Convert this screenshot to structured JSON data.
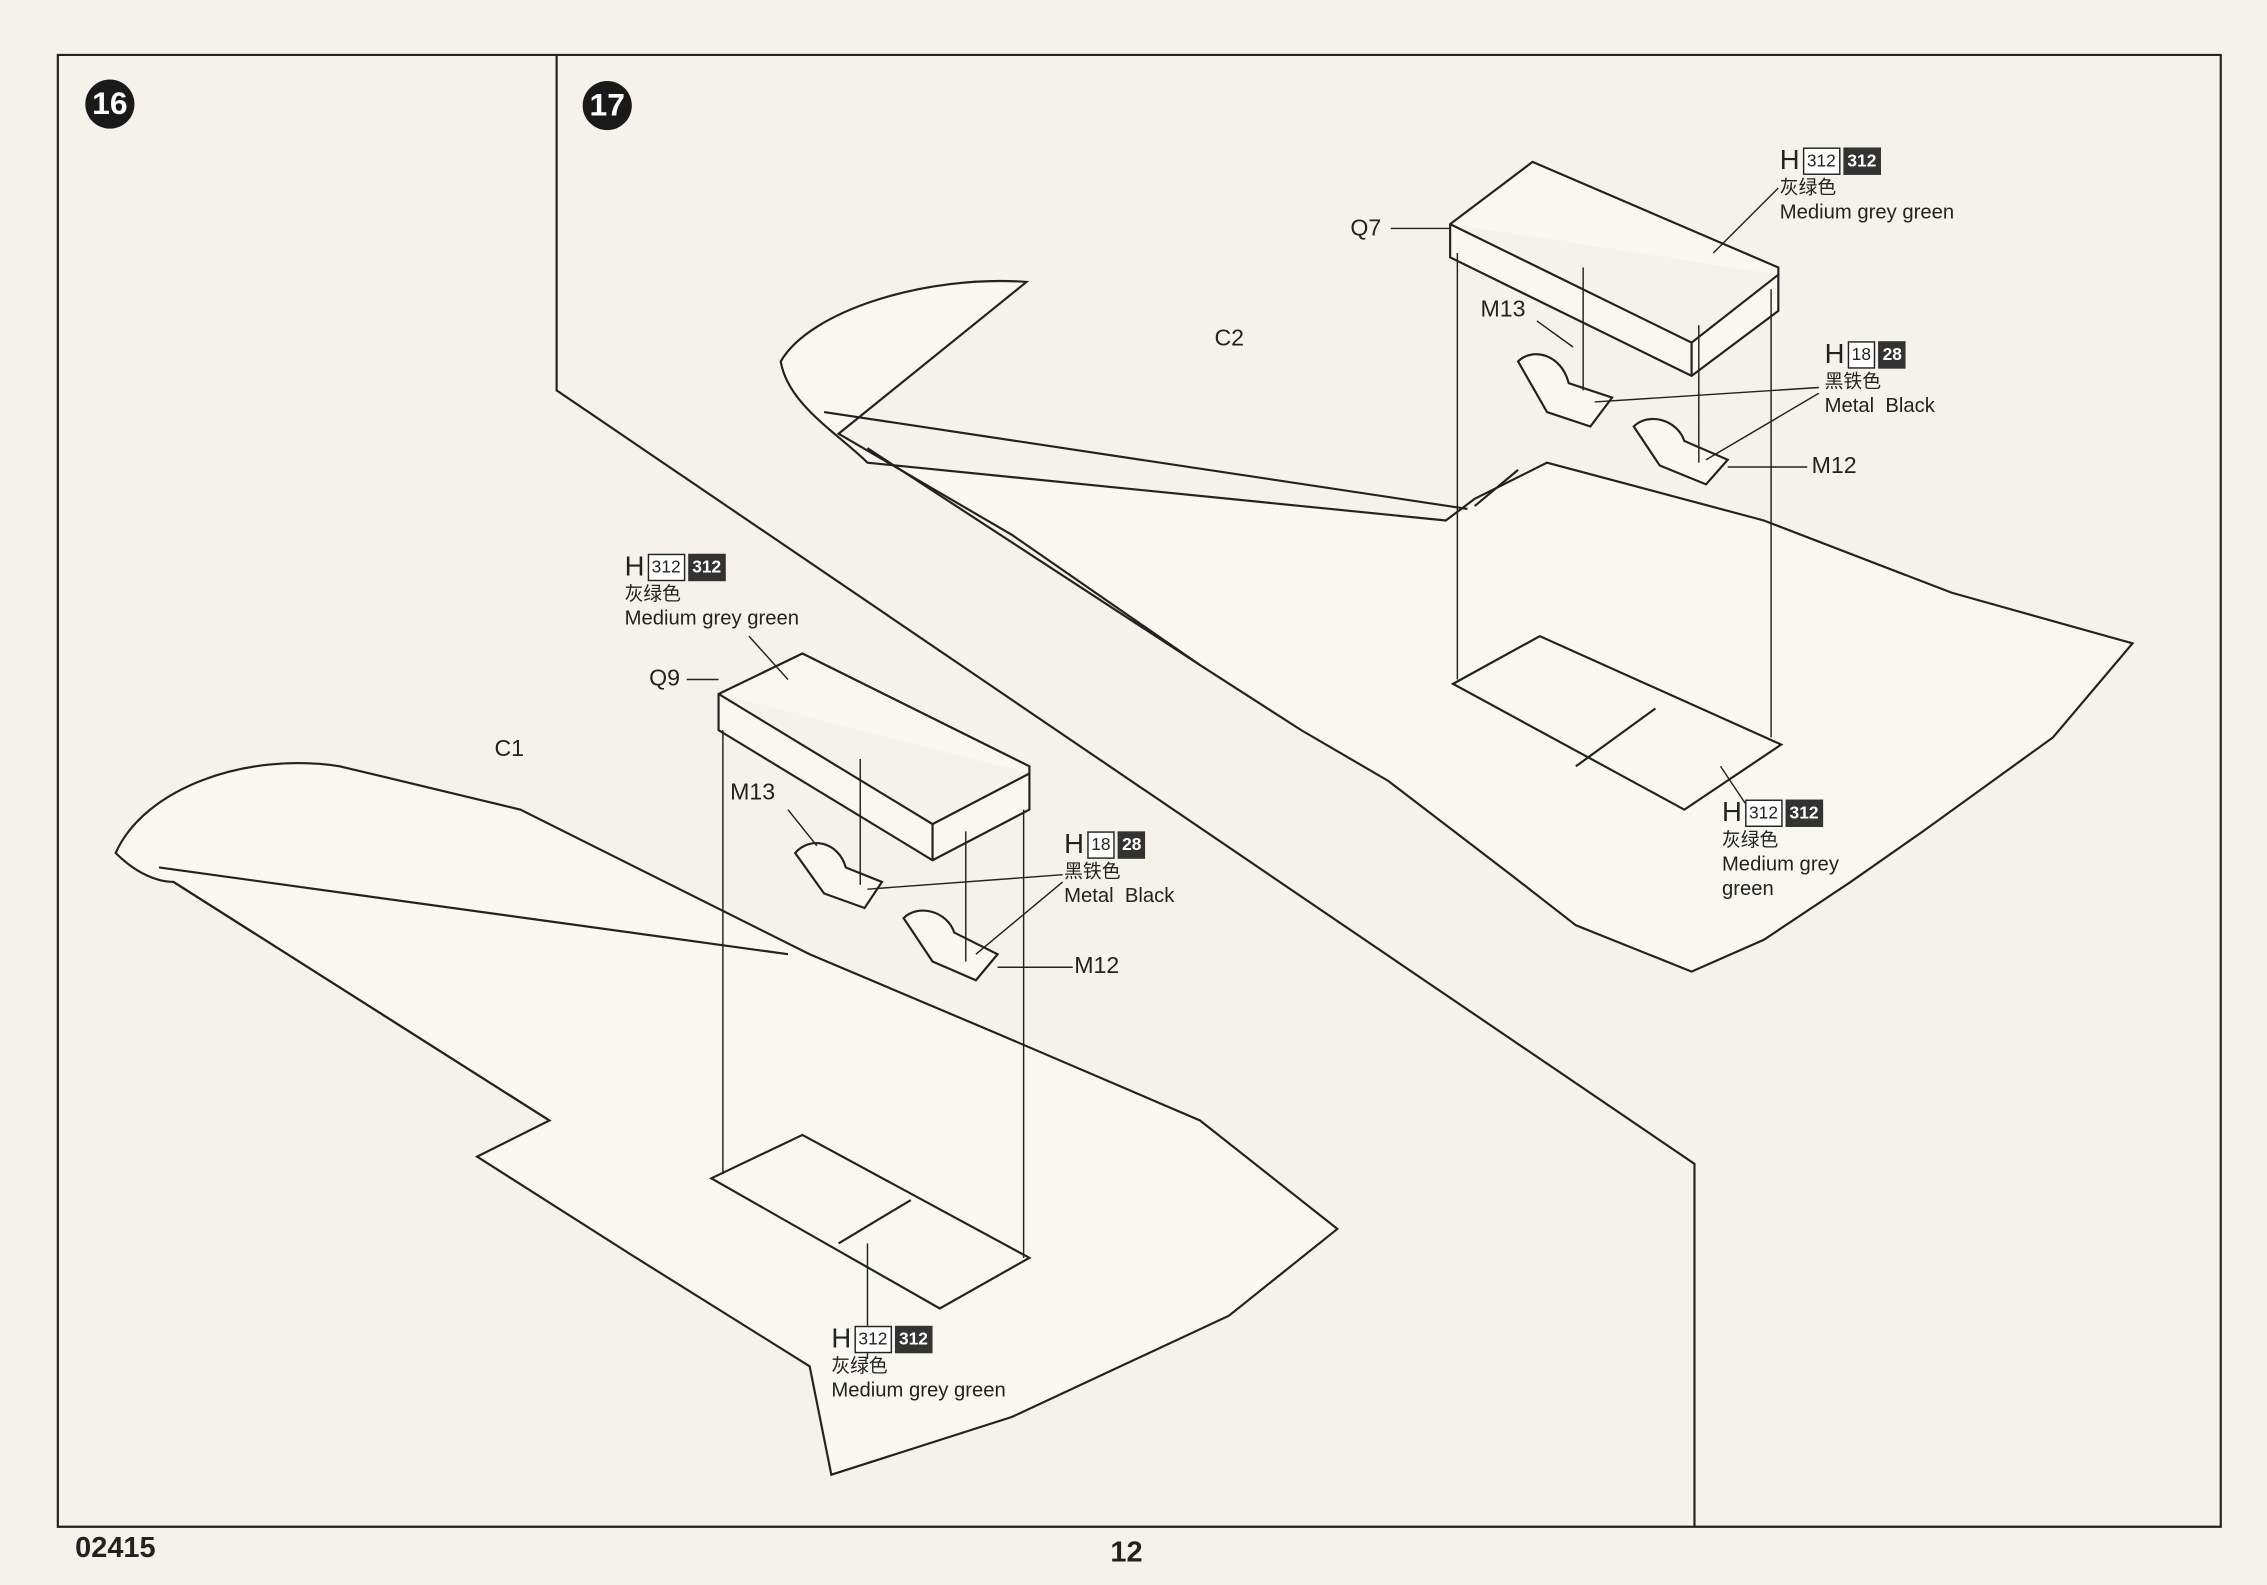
{
  "steps": [
    {
      "number": "16"
    },
    {
      "number": "17"
    }
  ],
  "step17": {
    "parts": {
      "wing": "C2",
      "box": "Q7",
      "bracket_a": "M13",
      "bracket_b": "M12"
    },
    "paints": [
      {
        "letter": "H",
        "code1": "312",
        "code2": "312",
        "cn": "灰绿色",
        "en": "Medium grey green"
      },
      {
        "letter": "H",
        "code1": "18",
        "code2": "28",
        "cn": "黑铁色",
        "en": "Metal  Black"
      },
      {
        "letter": "H",
        "code1": "312",
        "code2": "312",
        "cn": "灰绿色",
        "en": "Medium grey",
        "en2": "green"
      }
    ]
  },
  "step16": {
    "parts": {
      "wing": "C1",
      "box": "Q9",
      "bracket_a": "M13",
      "bracket_b": "M12"
    },
    "paints": [
      {
        "letter": "H",
        "code1": "312",
        "code2": "312",
        "cn": "灰绿色",
        "en": "Medium grey green"
      },
      {
        "letter": "H",
        "code1": "18",
        "code2": "28",
        "cn": "黑铁色",
        "en": "Metal  Black"
      },
      {
        "letter": "H",
        "code1": "312",
        "code2": "312",
        "cn": "灰绿色",
        "en": "Medium grey green"
      }
    ]
  },
  "footer": {
    "code": "02415",
    "page": "12"
  }
}
